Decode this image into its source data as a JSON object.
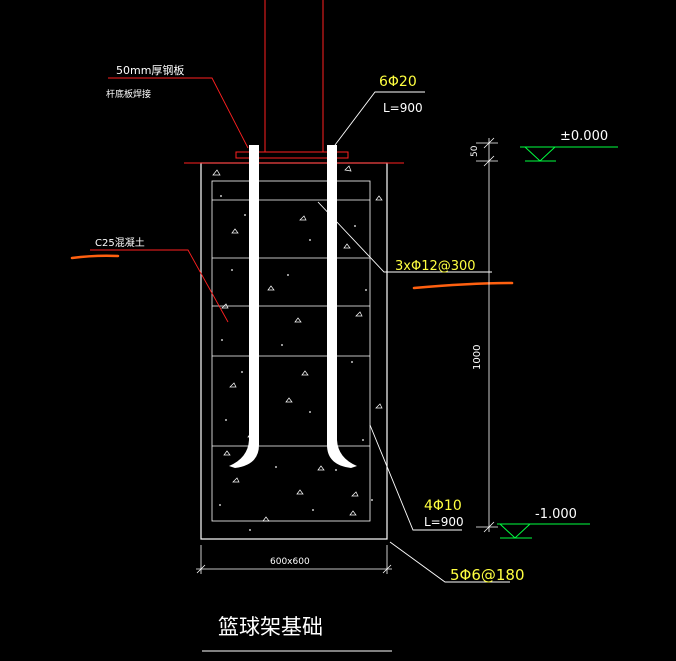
{
  "labels": {
    "plate": "50mm厚钢板",
    "weld": "杆底板焊接",
    "anchor_bars": "6Φ20",
    "anchor_length": "L=900",
    "concrete": "C25混凝土",
    "hoops_upper": "3xΦ12@300",
    "vertical_bars": "4Φ10",
    "vertical_length": "L=900",
    "stirrups": "5Φ6@180",
    "width_dim": "600x600",
    "dim_top": "50",
    "dim_depth": "1000",
    "elev_top": "±0.000",
    "elev_bottom": "-1.000",
    "title": "篮球架基础"
  },
  "colors": {
    "background": "#000000",
    "outline": "#ffffff",
    "leader": "#ff2020",
    "callout": "#ffff40",
    "elevation": "#00ff40",
    "highlight": "#ff6010"
  }
}
